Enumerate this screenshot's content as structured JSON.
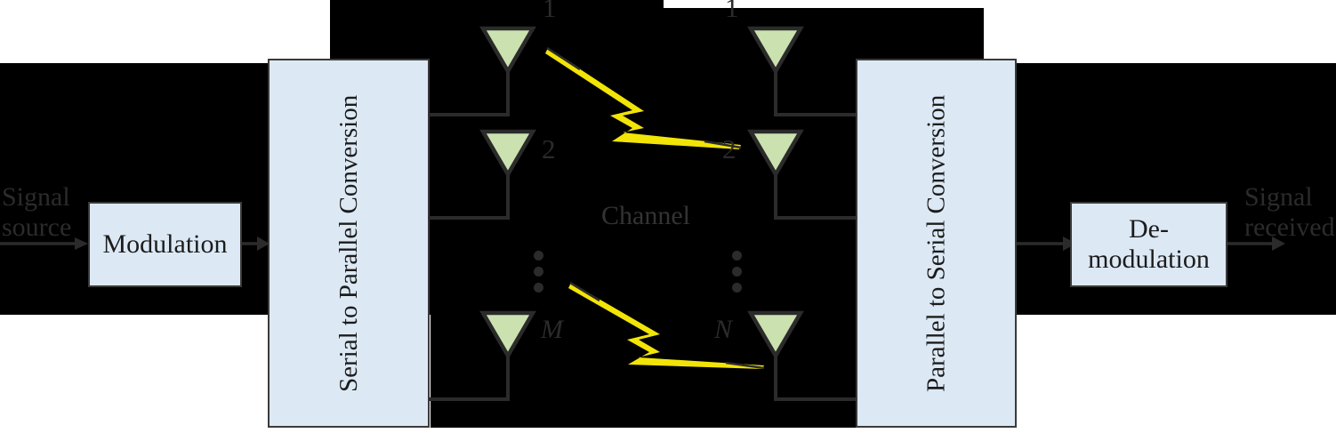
{
  "diagram": {
    "title": "MIMO transmission chain block diagram",
    "colors": {
      "box_fill": "#dce9f5",
      "box_stroke": "#3a3a3a",
      "antenna_fill": "#cbe2b0",
      "antenna_stroke": "#2b2b2b",
      "line": "#2b2b2b",
      "lightning": "#f2e407",
      "background": "#000000",
      "text": "#2b2b2b"
    },
    "blocks": [
      {
        "id": "modulation",
        "label": "Modulation",
        "orientation": "horizontal"
      },
      {
        "id": "serial-to-parallel",
        "label": "Serial to Parallel Conversion",
        "orientation": "vertical"
      },
      {
        "id": "parallel-to-serial",
        "label": "Parallel to Serial Conversion",
        "orientation": "vertical"
      },
      {
        "id": "demodulation",
        "label": "De-\nmodulation",
        "label_line1": "De-",
        "label_line2": "modulation",
        "orientation": "horizontal"
      }
    ],
    "endpoints": {
      "input_line1": "Signal",
      "input_line2": "source",
      "output_line1": "Signal",
      "output_line2": "received"
    },
    "channel": {
      "label": "Channel"
    },
    "transmit_antennas": [
      {
        "index": 1,
        "label": "1",
        "italic": false
      },
      {
        "index": 2,
        "label": "2",
        "italic": false
      },
      {
        "index": 3,
        "label": "M",
        "italic": true
      }
    ],
    "receive_antennas": [
      {
        "index": 1,
        "label": "1",
        "italic": false
      },
      {
        "index": 2,
        "label": "2",
        "italic": false
      },
      {
        "index": 3,
        "label": "N",
        "italic": true
      }
    ],
    "ellipsis": {
      "dot_count": 3
    },
    "paths": [
      {
        "id": "path-upper",
        "from": "tx-1",
        "to": "rx-2",
        "style": "lightning"
      },
      {
        "id": "path-lower",
        "from": "tx-M",
        "to": "rx-N",
        "style": "lightning"
      }
    ]
  }
}
